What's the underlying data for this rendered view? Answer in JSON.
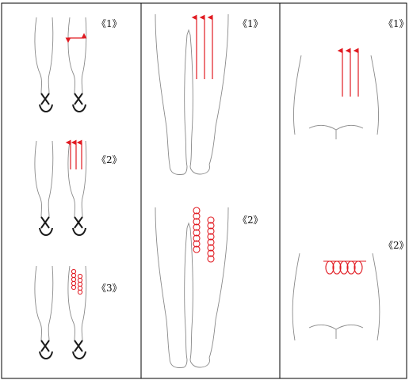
{
  "colors": {
    "accent": "#e11b22",
    "outline": "#8a8a8a",
    "border": "#000000",
    "dark": "#1a1a1a"
  },
  "columns": [
    {
      "panels": [
        {
          "label": "《1》"
        },
        {
          "label": "《2》"
        },
        {
          "label": "《3》"
        }
      ]
    },
    {
      "panels": [
        {
          "label": "《1》"
        },
        {
          "label": "《2》"
        }
      ]
    },
    {
      "panels": [
        {
          "label": "《1》"
        },
        {
          "label": "《2》"
        }
      ]
    }
  ]
}
